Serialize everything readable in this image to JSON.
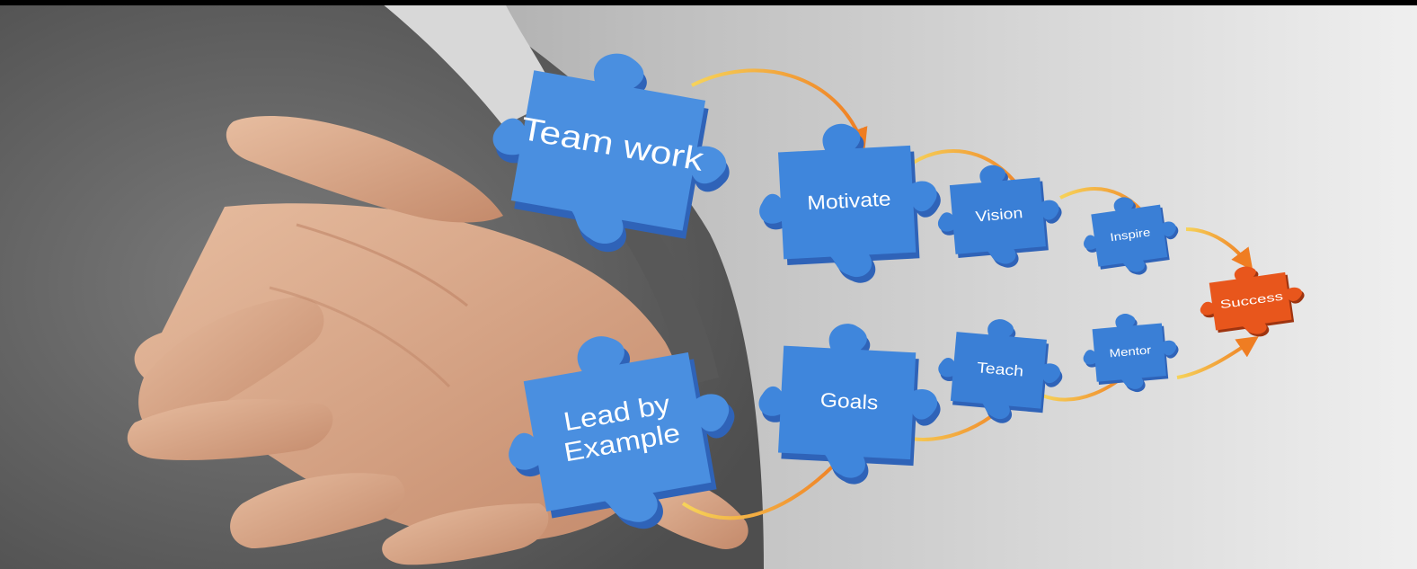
{
  "colors": {
    "background_light": "#e6e6e6",
    "background_mid": "#a9a9a9",
    "suit": "#6e6e6e",
    "skin": "#d9a98a",
    "piece_blue": "#4a8fe0",
    "piece_blue_dark": "#2f63b8",
    "success_orange": "#e8561c",
    "arrow": "#f2a23a"
  },
  "pieces": {
    "team_work": "Team work",
    "motivate": "Motivate",
    "vision": "Vision",
    "inspire": "Inspire",
    "success": "Success",
    "mentor": "Mentor",
    "teach": "Teach",
    "goals": "Goals",
    "lead_by_line1": "Lead by",
    "lead_by_line2": "Example"
  }
}
